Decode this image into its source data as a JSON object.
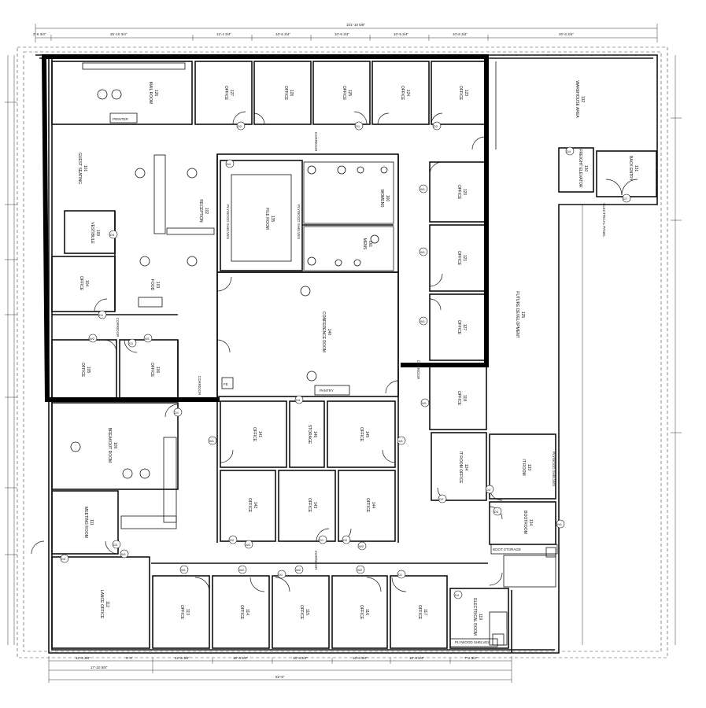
{
  "dimensions": {
    "top": [
      "101'-10 5/8\"",
      "2'-6 3/4\"",
      "25'-10 3/4\"",
      "12'-4 3/4\"",
      "10'-6 3/4\"",
      "10'-6 3/4\"",
      "10'-5 3/4\"",
      "10'-6 3/4\"",
      "20'-6 3/4\""
    ],
    "bottom": [
      "82'-0\"",
      "17'-10 5/8\"",
      "12'-6 3/4\"",
      "9'-1\"",
      "12'-6 3/4\"",
      "10'-6 3/4\"",
      "10'-6 3/4\"",
      "10'-6 3/4\"",
      "12'-6 3/4\"",
      "7'-2 3/4\""
    ]
  },
  "rooms": [
    {
      "name": "MAIL ROOM",
      "number": "126"
    },
    {
      "name": "OFFICE",
      "number": "127"
    },
    {
      "name": "OFFICE",
      "number": "126"
    },
    {
      "name": "OFFICE",
      "number": "125"
    },
    {
      "name": "OFFICE",
      "number": "124"
    },
    {
      "name": "OFFICE",
      "number": "123"
    },
    {
      "name": "WAREHOUSE AREA",
      "number": "132"
    },
    {
      "name": "GUEST SEATING",
      "number": "101"
    },
    {
      "name": "VESTIBULE",
      "number": "100"
    },
    {
      "name": "RECEPTION",
      "number": "102"
    },
    {
      "name": "FILE ROOM",
      "number": "135"
    },
    {
      "name": "WOMENS",
      "number": "160"
    },
    {
      "name": "MENS",
      "number": "161"
    },
    {
      "name": "OFFICE",
      "number": "104"
    },
    {
      "name": "FOOD",
      "number": "103"
    },
    {
      "name": "CONFERENCE ROOM",
      "number": "140"
    },
    {
      "name": "OFFICE",
      "number": "105"
    },
    {
      "name": "OFFICE",
      "number": "106"
    },
    {
      "name": "OFFICE",
      "number": "120"
    },
    {
      "name": "OFFICE",
      "number": "121"
    },
    {
      "name": "OFFICE",
      "number": "127"
    },
    {
      "name": "FUTURE DEVELOPMENT",
      "number": "125"
    },
    {
      "name": "BREAKOUT ROOM",
      "number": "109"
    },
    {
      "name": "OFFICE",
      "number": "141"
    },
    {
      "name": "STORAGE",
      "number": "146"
    },
    {
      "name": "OFFICE",
      "number": "145"
    },
    {
      "name": "OFFICE",
      "number": "118"
    },
    {
      "name": "IT ROOM OFFICE",
      "number": "124"
    },
    {
      "name": "IT ROOM",
      "number": "133"
    },
    {
      "name": "MEETING ROOM",
      "number": "111"
    },
    {
      "name": "OFFICE",
      "number": "142"
    },
    {
      "name": "OFFICE",
      "number": "143"
    },
    {
      "name": "OFFICE",
      "number": "144"
    },
    {
      "name": "BOOTROOM",
      "number": "134"
    },
    {
      "name": "LANCE OFFICE",
      "number": "112"
    },
    {
      "name": "OFFICE",
      "number": "113"
    },
    {
      "name": "OFFICE",
      "number": "114"
    },
    {
      "name": "OFFICE",
      "number": "115"
    },
    {
      "name": "OFFICE",
      "number": "116"
    },
    {
      "name": "OFFICE",
      "number": "117"
    },
    {
      "name": "ELECTRICAL ROOM",
      "number": "119"
    },
    {
      "name": "FREIGHT ELEVATOR",
      "number": "130"
    },
    {
      "name": "BACK ENTRY",
      "number": "131"
    }
  ],
  "labels": {
    "corridor": "CORRIDOR",
    "printer": "PRINTER",
    "pantry": "PANTRY",
    "plywood_shelves": "PLYWOOD SHELVES",
    "boot_storage": "BOOT STORAGE",
    "electrical_panel": "ELECTRICAL PANEL",
    "fire_extinguisher": "FE",
    "door_tags": [
      "D1",
      "D2",
      "D3",
      "D4",
      "D7",
      "W1",
      "W2",
      "W3"
    ]
  }
}
